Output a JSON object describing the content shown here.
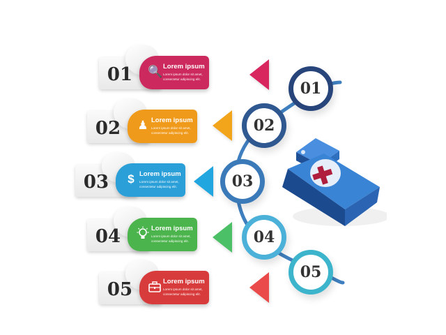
{
  "steps": [
    {
      "number": "01",
      "title": "Lorem ipsum",
      "description": "Lorem ipsum dolor sit amet, consectetur adipiscing elit.",
      "icon": "magnifier-icon",
      "color": "#cc2a5e"
    },
    {
      "number": "02",
      "title": "Lorem ipsum",
      "description": "Lorem ipsum dolor sit amet, consectetur adipiscing elit.",
      "icon": "person-icon",
      "color": "#f09a1c"
    },
    {
      "number": "03",
      "title": "Lorem ipsum",
      "description": "Lorem ipsum dolor sit amet, consectetur adipiscing elit.",
      "icon": "dollar-icon",
      "color": "#2a9fd8"
    },
    {
      "number": "04",
      "title": "Lorem ipsum",
      "description": "Lorem ipsum dolor sit amet, consectetur adipiscing elit.",
      "icon": "lightbulb-icon",
      "color": "#4cb44c"
    },
    {
      "number": "05",
      "title": "Lorem ipsum",
      "description": "Lorem ipsum dolor sit amet, consectetur adipiscing elit.",
      "icon": "briefcase-icon",
      "color": "#d83b3b"
    }
  ],
  "circles": [
    {
      "label": "01",
      "color": "#27457a"
    },
    {
      "label": "02",
      "color": "#2f5891"
    },
    {
      "label": "03",
      "color": "#3b7ab9"
    },
    {
      "label": "04",
      "color": "#4cb1d8"
    },
    {
      "label": "05",
      "color": "#3cb4cb"
    }
  ],
  "pointer_colors": [
    "#d8265f",
    "#f2a51a",
    "#22a6e0",
    "#4cc066",
    "#ea4a4a"
  ],
  "center_graphic": {
    "icon": "first-aid-kit-icon",
    "body_color": "#2f6fb7",
    "cross_color": "#b01e3e"
  }
}
